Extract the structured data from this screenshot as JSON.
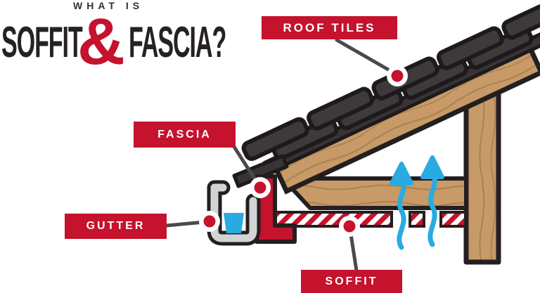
{
  "title": {
    "eyebrow": "WHAT IS",
    "word1": "SOFFIT",
    "ampersand": "&",
    "word2": "FASCIA?"
  },
  "labels": {
    "roof_tiles": "ROOF TILES",
    "fascia": "FASCIA",
    "gutter": "GUTTER",
    "soffit": "SOFFIT"
  },
  "colors": {
    "accent_red": "#C5122D",
    "outline_black": "#231F20",
    "tile_dark": "#3E3A3B",
    "deck_dark": "#383435",
    "wood_tan": "#C79A67",
    "wood_grain": "#AA8150",
    "airflow_blue": "#29ABE2",
    "gutter_gray": "#D2D3D4",
    "connector_gray": "#4A4A4C",
    "label_text_white": "#FFFFFF",
    "title_dark": "#262122"
  }
}
